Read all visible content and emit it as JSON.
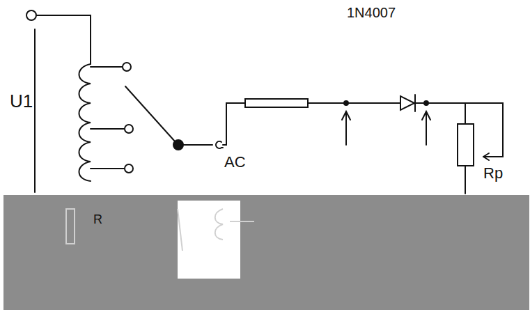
{
  "diagram": {
    "labels": [
      "U1",
      "1N4007",
      "AC",
      "Rp",
      "R"
    ]
  }
}
